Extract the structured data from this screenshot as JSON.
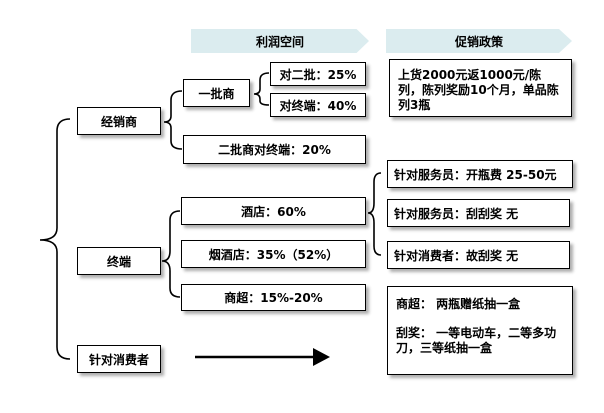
{
  "headers": {
    "profit_space": "利润空间",
    "promotion_policy": "促销政策"
  },
  "categories": {
    "distributor": "经销商",
    "terminal": "终端",
    "consumer": "针对消费者"
  },
  "profit": {
    "first_wholesaler": "一批商",
    "to_second": "对二批：25%",
    "to_terminal": "对终端：40%",
    "second_to_terminal": "二批商对终端：20%",
    "hotel": "酒店：60%",
    "tobacco_shop": "烟酒店：35%（52%）",
    "supermarket": "商超：15%-20%"
  },
  "policy": {
    "distributor_policy": "上货2000元返1000元/陈列，陈列奖励10个月，单品陈列3瓶",
    "waiter_open_fee": "针对服务员：开瓶费  25-50元",
    "waiter_scratch": "针对服务员：刮刮奖   无",
    "consumer_scratch": "针对消费者：故刮奖   无",
    "consumer_supermarket": "商超：  两瓶赠纸抽一盒",
    "consumer_scratch_prize": "刮奖：  一等电动车，二等多功刀，三等纸抽一盒"
  }
}
